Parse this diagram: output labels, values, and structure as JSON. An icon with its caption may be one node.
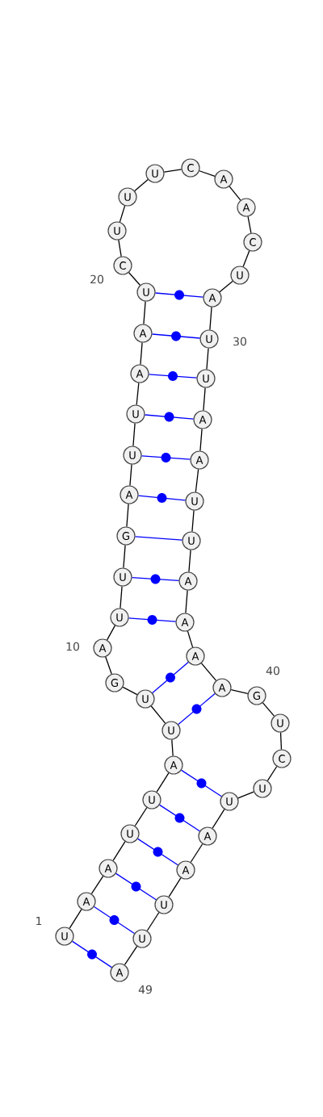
{
  "diagram": {
    "nodes": [
      {
        "text": [
          "U"
        ]
      },
      {
        "text": [
          "A"
        ]
      },
      {
        "text": [
          "A"
        ]
      },
      {
        "text": [
          "U"
        ]
      },
      {
        "text": [
          "U"
        ]
      },
      {
        "text": [
          "A"
        ]
      },
      {
        "text": [
          "U"
        ]
      },
      {
        "text": [
          "U"
        ]
      },
      {
        "text": [
          "G"
        ]
      },
      {
        "text": [
          "A"
        ]
      },
      {
        "text": [
          "U"
        ]
      },
      {
        "text": [
          "U"
        ]
      },
      {
        "text": [
          "G"
        ]
      },
      {
        "text": [
          "A"
        ]
      },
      {
        "text": [
          "U"
        ]
      },
      {
        "text": [
          "U"
        ]
      },
      {
        "text": [
          "A"
        ]
      },
      {
        "text": [
          "A"
        ]
      },
      {
        "text": [
          "U"
        ]
      },
      {
        "text": [
          "C"
        ]
      },
      {
        "text": [
          "U"
        ]
      },
      {
        "text": [
          "U"
        ]
      },
      {
        "text": [
          "U"
        ]
      },
      {
        "text": [
          "C"
        ]
      },
      {
        "text": [
          "A"
        ]
      },
      {
        "text": [
          "A"
        ]
      },
      {
        "text": [
          "C"
        ]
      },
      {
        "text": [
          "U"
        ]
      },
      {
        "text": [
          "A"
        ]
      },
      {
        "text": [
          "U"
        ]
      },
      {
        "text": [
          "U"
        ]
      },
      {
        "text": [
          "A"
        ]
      },
      {
        "text": [
          "A"
        ]
      },
      {
        "text": [
          "U"
        ]
      },
      {
        "text": [
          "U"
        ]
      },
      {
        "text": [
          "A"
        ]
      },
      {
        "text": [
          "A"
        ]
      },
      {
        "text": [
          "A"
        ]
      },
      {
        "text": [
          "A"
        ]
      },
      {
        "text": [
          "G"
        ]
      },
      {
        "text": [
          "U"
        ]
      },
      {
        "text": [
          "C"
        ]
      },
      {
        "text": [
          "U"
        ]
      },
      {
        "text": [
          "U"
        ]
      },
      {
        "text": [
          "A"
        ]
      },
      {
        "text": [
          "A"
        ]
      },
      {
        "text": [
          "U"
        ]
      },
      {
        "text": [
          "U"
        ]
      },
      {
        "text": [
          "A"
        ]
      }
    ],
    "edges": [
      {
        "from": 0,
        "to": 1,
        "arrow": "none"
      },
      {
        "from": 1,
        "to": 2,
        "arrow": "none"
      },
      {
        "from": 2,
        "to": 3,
        "arrow": "none"
      },
      {
        "from": 3,
        "to": 4,
        "arrow": "none"
      },
      {
        "from": 4,
        "to": 5,
        "arrow": "none"
      },
      {
        "from": 5,
        "to": 6,
        "arrow": "none"
      },
      {
        "from": 6,
        "to": 7,
        "arrow": "none"
      },
      {
        "from": 7,
        "to": 8,
        "arrow": "none"
      },
      {
        "from": 8,
        "to": 9,
        "arrow": "none"
      },
      {
        "from": 9,
        "to": 10,
        "arrow": "none"
      },
      {
        "from": 10,
        "to": 11,
        "arrow": "none"
      },
      {
        "from": 11,
        "to": 12,
        "arrow": "none"
      },
      {
        "from": 12,
        "to": 13,
        "arrow": "none"
      },
      {
        "from": 13,
        "to": 14,
        "arrow": "none"
      },
      {
        "from": 14,
        "to": 15,
        "arrow": "none"
      },
      {
        "from": 15,
        "to": 16,
        "arrow": "none"
      },
      {
        "from": 16,
        "to": 17,
        "arrow": "none"
      },
      {
        "from": 17,
        "to": 18,
        "arrow": "none"
      },
      {
        "from": 18,
        "to": 19,
        "arrow": "none"
      },
      {
        "from": 19,
        "to": 20,
        "arrow": "none"
      },
      {
        "from": 20,
        "to": 21,
        "arrow": "none"
      },
      {
        "from": 21,
        "to": 22,
        "arrow": "none"
      },
      {
        "from": 22,
        "to": 23,
        "arrow": "none"
      },
      {
        "from": 23,
        "to": 24,
        "arrow": "none"
      },
      {
        "from": 24,
        "to": 25,
        "arrow": "none"
      },
      {
        "from": 25,
        "to": 26,
        "arrow": "none"
      },
      {
        "from": 26,
        "to": 27,
        "arrow": "none"
      },
      {
        "from": 27,
        "to": 28,
        "arrow": "none"
      },
      {
        "from": 28,
        "to": 29,
        "arrow": "none"
      },
      {
        "from": 29,
        "to": 30,
        "arrow": "none"
      },
      {
        "from": 30,
        "to": 31,
        "arrow": "none"
      },
      {
        "from": 31,
        "to": 32,
        "arrow": "none"
      },
      {
        "from": 32,
        "to": 33,
        "arrow": "none"
      },
      {
        "from": 33,
        "to": 34,
        "arrow": "none"
      },
      {
        "from": 34,
        "to": 35,
        "arrow": "none"
      },
      {
        "from": 35,
        "to": 36,
        "arrow": "none"
      },
      {
        "from": 36,
        "to": 37,
        "arrow": "none"
      },
      {
        "from": 37,
        "to": 38,
        "arrow": "none"
      },
      {
        "from": 38,
        "to": 39,
        "arrow": "none"
      },
      {
        "from": 39,
        "to": 40,
        "arrow": "none"
      },
      {
        "from": 40,
        "to": 41,
        "arrow": "none"
      },
      {
        "from": 41,
        "to": 42,
        "arrow": "none"
      },
      {
        "from": 42,
        "to": 43,
        "arrow": "none"
      },
      {
        "from": 43,
        "to": 44,
        "arrow": "none"
      },
      {
        "from": 44,
        "to": 45,
        "arrow": "none"
      },
      {
        "from": 45,
        "to": 46,
        "arrow": "none"
      },
      {
        "from": 46,
        "to": 47,
        "arrow": "none"
      },
      {
        "from": 47,
        "to": 48,
        "arrow": "none"
      },
      {
        "from": 0,
        "to": 48,
        "arrow": "none",
        "color": "#0000ff"
      },
      {
        "from": 1,
        "to": 47,
        "arrow": "none",
        "color": "#0000ff"
      },
      {
        "from": 2,
        "to": 46,
        "arrow": "none",
        "color": "#0000ff"
      },
      {
        "from": 3,
        "to": 45,
        "arrow": "none",
        "color": "#0000ff"
      },
      {
        "from": 4,
        "to": 44,
        "arrow": "none",
        "color": "#0000ff"
      },
      {
        "from": 5,
        "to": 43,
        "arrow": "none",
        "color": "#0000ff"
      },
      {
        "from": 6,
        "to": 38,
        "arrow": "none",
        "color": "#0000ff"
      },
      {
        "from": 7,
        "to": 37,
        "arrow": "none",
        "color": "#0000ff"
      },
      {
        "from": 10,
        "to": 36,
        "arrow": "none",
        "color": "#0000ff"
      },
      {
        "from": 11,
        "to": 35,
        "arrow": "none",
        "color": "#0000ff"
      },
      {
        "from": 12,
        "to": 34,
        "arrow": "none",
        "color": "#0000ff"
      },
      {
        "from": 13,
        "to": 33,
        "arrow": "none",
        "color": "#0000ff"
      },
      {
        "from": 14,
        "to": 32,
        "arrow": "none",
        "color": "#0000ff"
      },
      {
        "from": 15,
        "to": 31,
        "arrow": "none",
        "color": "#0000ff"
      },
      {
        "from": 16,
        "to": 30,
        "arrow": "none",
        "color": "#0000ff"
      },
      {
        "from": 17,
        "to": 29,
        "arrow": "none",
        "color": "#0000ff"
      },
      {
        "from": 18,
        "to": 28,
        "arrow": "none",
        "color": "#0000ff"
      }
    ],
    "labels": [
      "20",
      "30",
      "10",
      "40",
      "1",
      "49"
    ]
  }
}
